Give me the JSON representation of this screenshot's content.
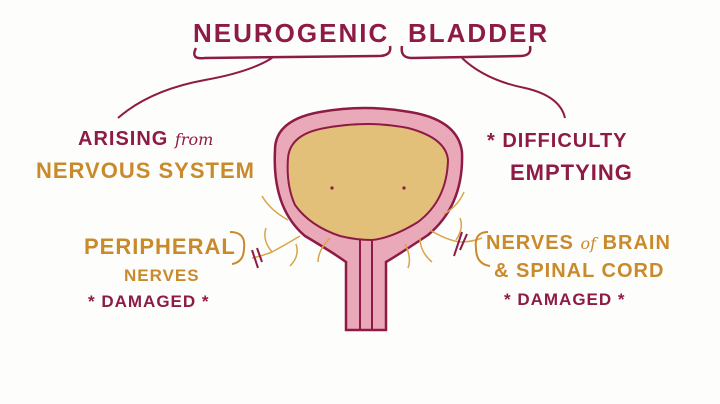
{
  "title": {
    "word1": "NEUROGENIC",
    "word2": "BLADDER"
  },
  "left_top": {
    "line1_prefix": "ARISING",
    "line1_from": "from",
    "line2": "NERVOUS SYSTEM"
  },
  "right_top": {
    "line1": "* DIFFICULTY",
    "line2": "EMPTYING"
  },
  "left_bottom": {
    "line1": "PERIPHERAL",
    "line2": "NERVES",
    "line3": "* DAMAGED *"
  },
  "right_bottom": {
    "line1_a": "NERVES",
    "line1_of": "of",
    "line1_b": "BRAIN",
    "line2": "& SPINAL CORD",
    "line3": "* DAMAGED *"
  },
  "colors": {
    "maroon": "#8e1b45",
    "gold": "#c98a2b",
    "bladder_wall": "#e9a7b8",
    "bladder_fill": "#e2c07a"
  }
}
